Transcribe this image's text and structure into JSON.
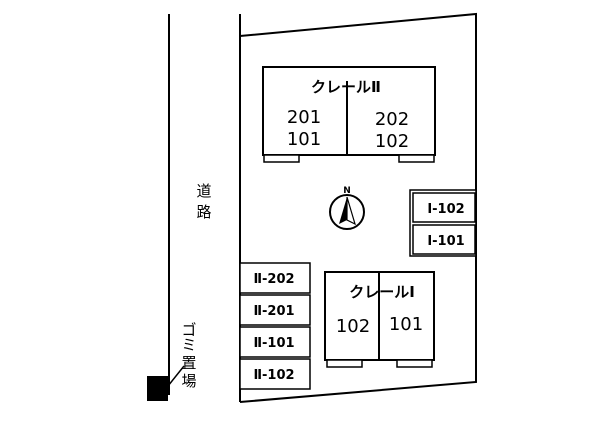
{
  "colors": {
    "line": "#000000",
    "background": "#ffffff"
  },
  "road": {
    "label_chars": [
      "道",
      "路"
    ]
  },
  "garbage": {
    "label_chars": [
      "ゴ",
      "ミ",
      "置",
      "場"
    ]
  },
  "compass": {
    "letter": "N"
  },
  "building_ii": {
    "name": "クレールⅡ",
    "left_units": [
      "201",
      "101"
    ],
    "right_units": [
      "202",
      "102"
    ]
  },
  "building_i": {
    "name": "クレールⅠ",
    "units": [
      "102",
      "101"
    ]
  },
  "parking_right": [
    "Ⅰ-102",
    "Ⅰ-101"
  ],
  "parking_left": [
    "Ⅱ-202",
    "Ⅱ-201",
    "Ⅱ-101",
    "Ⅱ-102"
  ],
  "icons": [
    "north-compass-icon",
    "garbage-station-icon"
  ]
}
